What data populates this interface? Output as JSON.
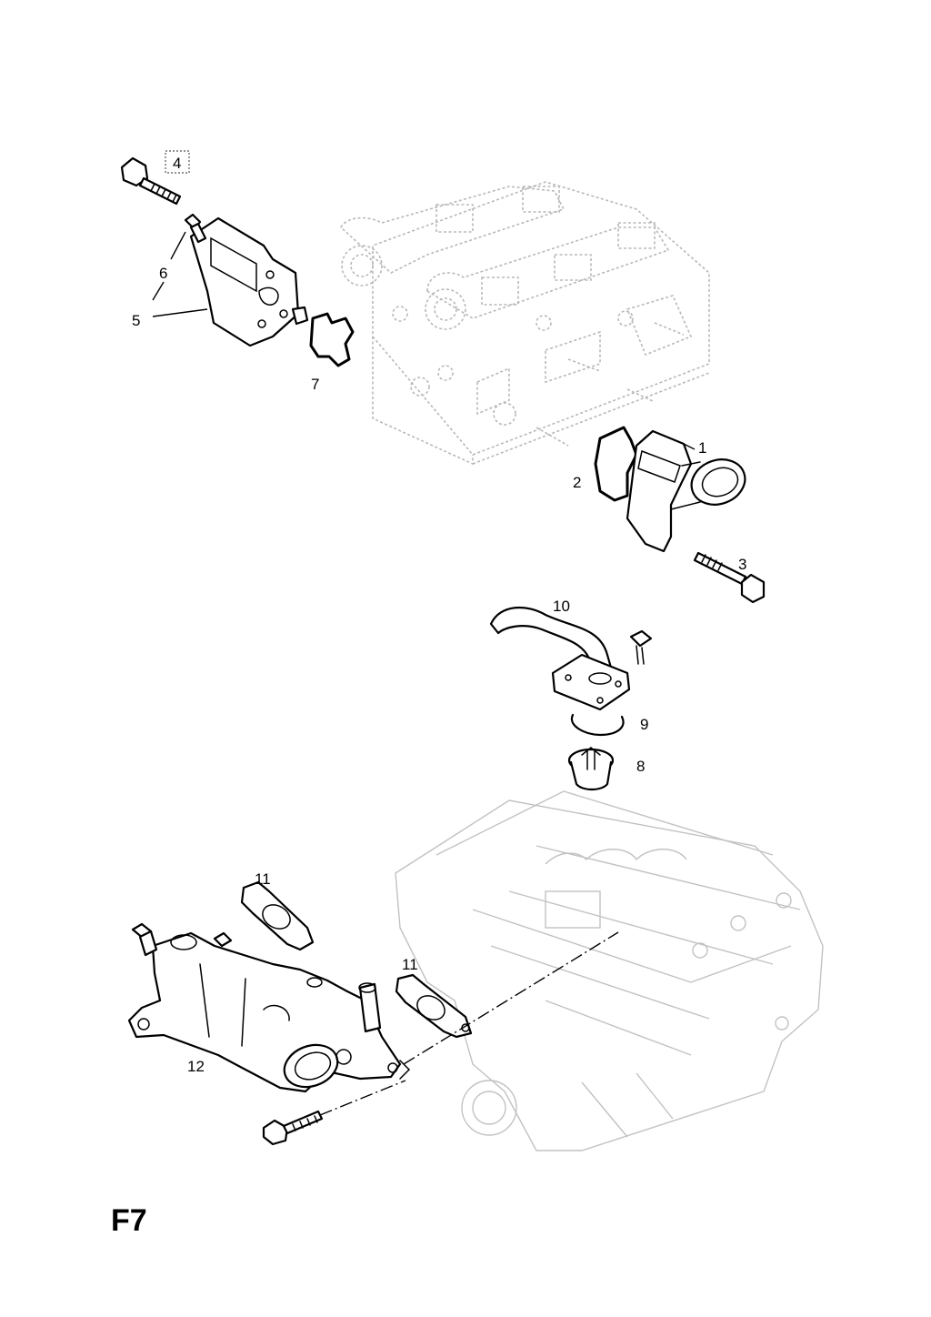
{
  "page_label": "F7",
  "callouts": {
    "c1": "1",
    "c2": "2",
    "c3": "3",
    "c4": "4",
    "c5": "5",
    "c6": "6",
    "c7": "7",
    "c8": "8",
    "c9": "9",
    "c10": "10",
    "c11a": "11",
    "c11b": "11",
    "c12": "12"
  }
}
